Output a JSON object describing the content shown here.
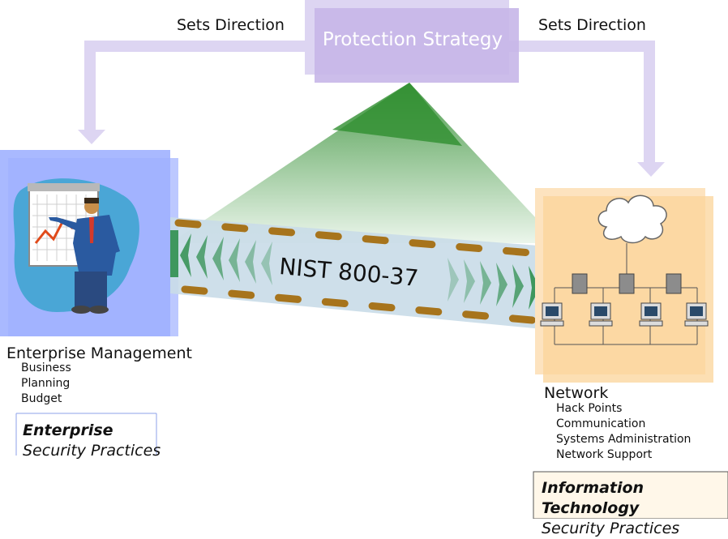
{
  "top": {
    "title": "Protection Strategy",
    "left_arrow_label": "Sets Direction",
    "right_arrow_label": "Sets Direction"
  },
  "band": {
    "label": "NIST 800-37"
  },
  "enterprise": {
    "title": "Enterprise Management",
    "items": [
      "Business",
      "Planning",
      "Budget"
    ],
    "practice_bold": "Enterprise",
    "practice_text": "Security Practices"
  },
  "network": {
    "title": "Network",
    "items": [
      "Hack Points",
      "Communication",
      "Systems Administration",
      "Network Support"
    ],
    "practice_bold": "Information Technology",
    "practice_text": "Security Practices"
  },
  "colors": {
    "lavender": "#d9cdf0",
    "lavender_dark": "#c5b3e6",
    "blue_box": "#a9b9ff",
    "orange_box": "#fcd9a6",
    "green": "#3a8a3a",
    "band": "#c9dbe8",
    "dash": "#a7741c"
  }
}
